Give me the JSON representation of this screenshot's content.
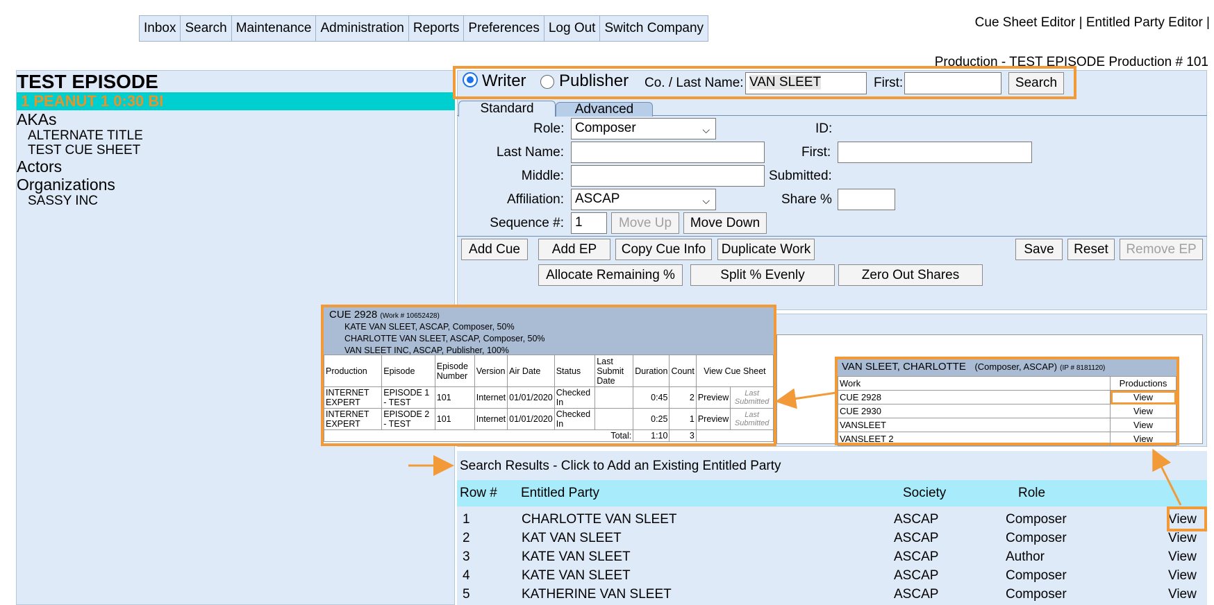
{
  "nav": [
    "Inbox",
    "Search",
    "Maintenance",
    "Administration",
    "Reports",
    "Preferences",
    "Log Out",
    "Switch Company"
  ],
  "top_links": "Cue Sheet Editor | Entitled Party Editor |",
  "production_info": "Production - TEST EPISODE  Production # 101",
  "left": {
    "title": "TEST EPISODE",
    "cue_label": "1 PEANUT 1 0:30 BI",
    "akas_heading": "AKAs",
    "akas": [
      "ALTERNATE TITLE",
      "TEST CUE SHEET"
    ],
    "actors_heading": "Actors",
    "orgs_heading": "Organizations",
    "orgs": [
      "SASSY INC"
    ]
  },
  "search_bar": {
    "writer_label": "Writer",
    "publisher_label": "Publisher",
    "lastname_label": "Co. / Last Name:",
    "lastname_value": "VAN SLEET",
    "first_label": "First:",
    "first_value": "",
    "search_button": "Search"
  },
  "tabs": {
    "standard": "Standard",
    "advanced": "Advanced"
  },
  "form": {
    "role_label": "Role:",
    "role_value": "Composer",
    "id_label": "ID:",
    "lastname_label": "Last Name:",
    "first_label": "First:",
    "middle_label": "Middle:",
    "submitted_label": "Submitted:",
    "affiliation_label": "Affiliation:",
    "affiliation_value": "ASCAP",
    "share_label": "Share %",
    "sequence_label": "Sequence #:",
    "sequence_value": "1",
    "move_up": "Move Up",
    "move_down": "Move Down"
  },
  "actions": {
    "add_cue": "Add Cue",
    "add_ep": "Add EP",
    "copy_cue_info": "Copy Cue Info",
    "duplicate_work": "Duplicate Work",
    "save": "Save",
    "reset": "Reset",
    "remove_ep": "Remove EP",
    "allocate": "Allocate Remaining %",
    "split": "Split % Evenly",
    "zero": "Zero Out Shares"
  },
  "cue_popup": {
    "title": "CUE 2928",
    "work_no": "(Work # 10652428)",
    "parties": [
      "KATE VAN SLEET, ASCAP, Composer, 50%",
      "CHARLOTTE VAN SLEET, ASCAP, Composer, 50%",
      "VAN SLEET INC, ASCAP, Publisher, 100%"
    ],
    "columns": [
      "Production",
      "Episode",
      "Episode Number",
      "Version",
      "Air Date",
      "Status",
      "Last Submit Date",
      "Duration",
      "Count",
      "View Cue Sheet"
    ],
    "rows": [
      {
        "production": "INTERNET EXPERT",
        "episode": "EPISODE 1 - TEST",
        "number": "101",
        "version": "Internet",
        "air_date": "01/01/2020",
        "status": "Checked In",
        "last_submit": "",
        "duration": "0:45",
        "count": "2",
        "preview": "Preview",
        "last_submitted": "Last Submitted"
      },
      {
        "production": "INTERNET EXPERT",
        "episode": "EPISODE 2 - TEST",
        "number": "101",
        "version": "Internet",
        "air_date": "01/01/2020",
        "status": "Checked In",
        "last_submit": "",
        "duration": "0:25",
        "count": "1",
        "preview": "Preview",
        "last_submitted": "Last Submitted"
      }
    ],
    "total_label": "Total:",
    "total_duration": "1:10",
    "total_count": "3"
  },
  "party_popup": {
    "name": "VAN SLEET, CHARLOTTE",
    "detail": "(Composer, ASCAP)",
    "ip": "(IP # 8181120)",
    "col_work": "Work",
    "col_productions": "Productions",
    "rows": [
      {
        "work": "CUE 2928",
        "view": "View"
      },
      {
        "work": "CUE 2930",
        "view": "View"
      },
      {
        "work": "VANSLEET",
        "view": "View"
      },
      {
        "work": "VANSLEET 2",
        "view": "View"
      }
    ]
  },
  "results": {
    "caption": "Search Results - Click to Add an Existing Entitled Party",
    "headers": {
      "row": "Row #",
      "party": "Entitled Party",
      "society": "Society",
      "role": "Role"
    },
    "rows": [
      {
        "n": "1",
        "party": "CHARLOTTE VAN SLEET",
        "society": "ASCAP",
        "role": "Composer",
        "view": "View"
      },
      {
        "n": "2",
        "party": "KAT VAN SLEET",
        "society": "ASCAP",
        "role": "Composer",
        "view": "View"
      },
      {
        "n": "3",
        "party": "KATE VAN SLEET",
        "society": "ASCAP",
        "role": "Author",
        "view": "View"
      },
      {
        "n": "4",
        "party": "KATE VAN SLEET",
        "society": "ASCAP",
        "role": "Composer",
        "view": "View"
      },
      {
        "n": "5",
        "party": "KATHERINE VAN SLEET",
        "society": "ASCAP",
        "role": "Composer",
        "view": "View"
      }
    ]
  },
  "colors": {
    "highlight": "#f39a38",
    "panel": "#dfeaf8",
    "cue_bar": "#00cfcf",
    "results_header": "#a8ecfb"
  }
}
